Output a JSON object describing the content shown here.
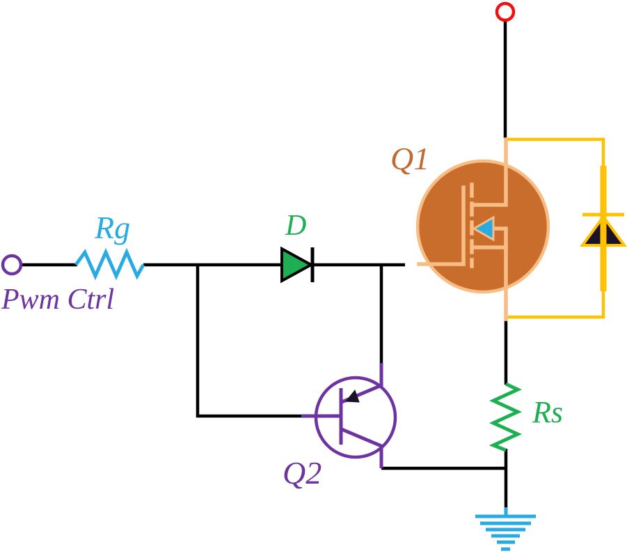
{
  "diagram": {
    "type": "circuit-schematic",
    "labels": {
      "input_terminal": "Pwm Ctrl",
      "gate_resistor": "Rg",
      "diode": "D",
      "mosfet": "Q1",
      "bjt": "Q2",
      "sense_resistor": "Rs"
    },
    "colors": {
      "wire": "#000000",
      "cyan": "#29ABE2",
      "purple": "#6C33A1",
      "green": "#1EAF54",
      "orange_fill": "#C96D2D",
      "peach": "#F8BD85",
      "orange_label": "#C06A31",
      "yellow": "#FFC103",
      "red": "#F01010",
      "arrow_dark": "#1A1226",
      "background": "#FFFFFF"
    }
  }
}
